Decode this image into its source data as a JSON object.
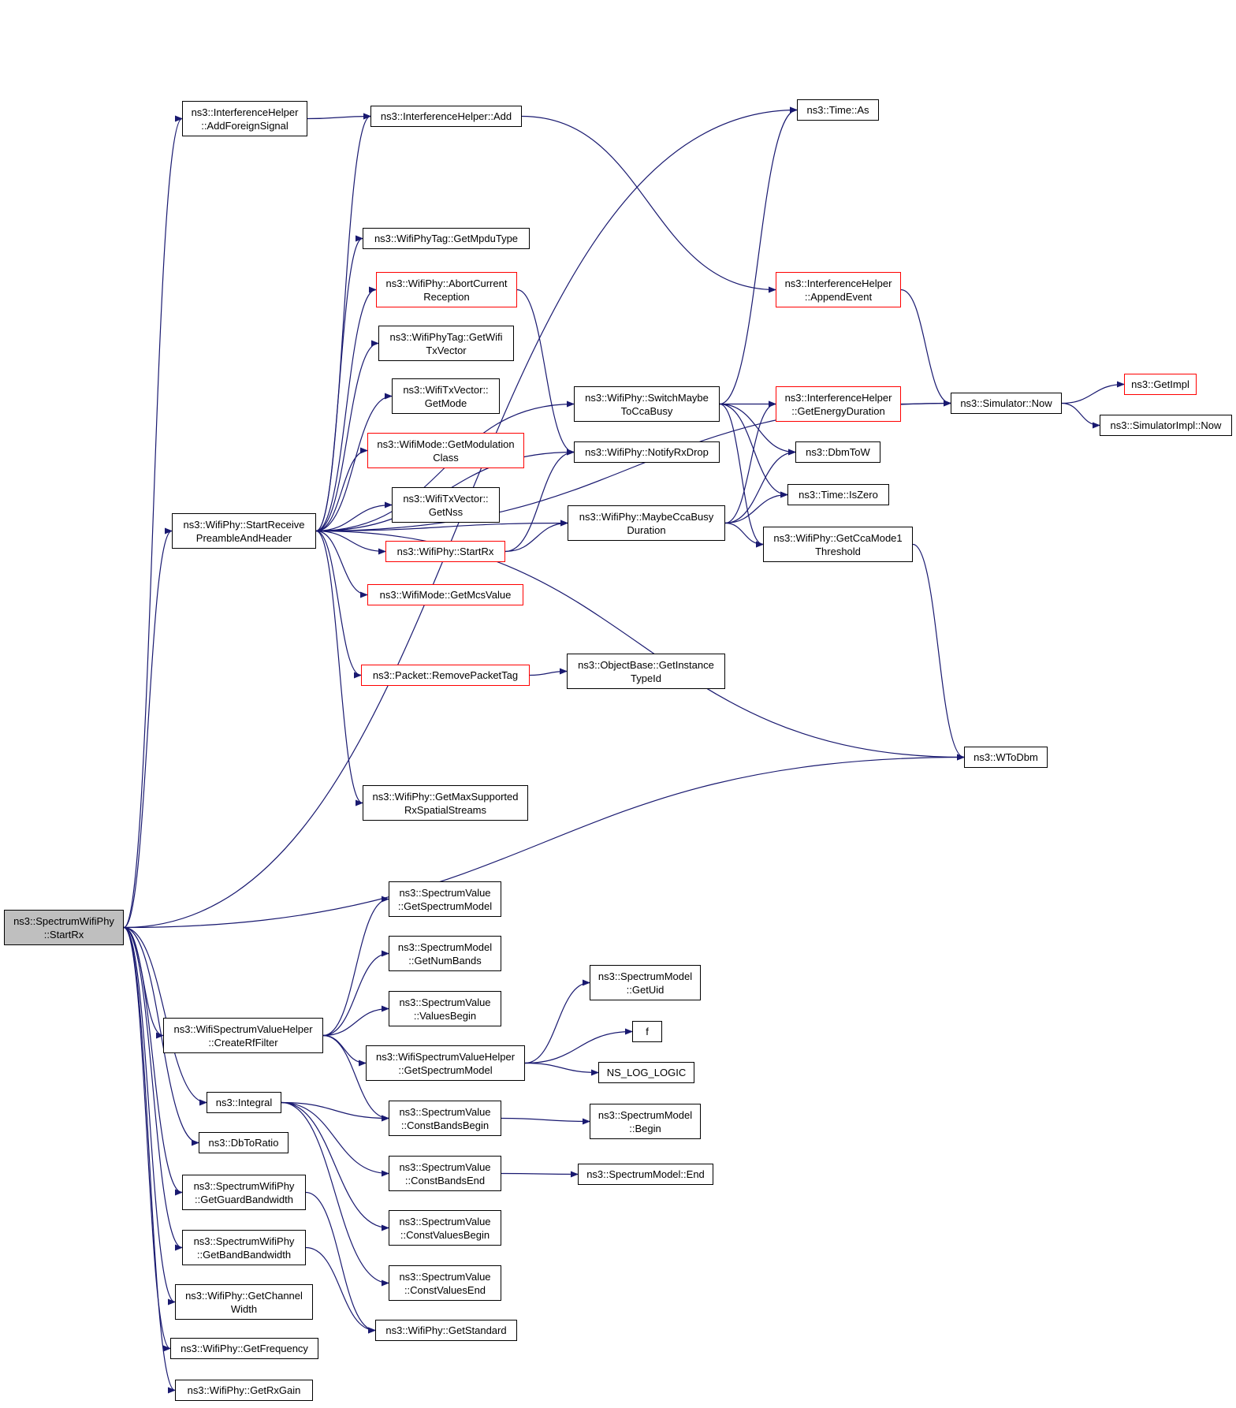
{
  "diagram": {
    "edge_color": "#191970",
    "highlight_fill": "#bfbfbf",
    "incomplete_border_color": "#ff0000",
    "nodes": [
      {
        "id": "root",
        "lines": [
          "ns3::SpectrumWifiPhy",
          "::StartRx"
        ],
        "style": "root"
      },
      {
        "id": "addforeign",
        "lines": [
          "ns3::InterferenceHelper",
          "::AddForeignSignal"
        ],
        "style": "normal"
      },
      {
        "id": "ihadd",
        "lines": [
          "ns3::InterferenceHelper::Add"
        ],
        "style": "normal"
      },
      {
        "id": "timeas",
        "lines": [
          "ns3::Time::As"
        ],
        "style": "normal"
      },
      {
        "id": "getmpdu",
        "lines": [
          "ns3::WifiPhyTag::GetMpduType"
        ],
        "style": "normal"
      },
      {
        "id": "appendevent",
        "lines": [
          "ns3::InterferenceHelper",
          "::AppendEvent"
        ],
        "style": "red"
      },
      {
        "id": "abortcurrent",
        "lines": [
          "ns3::WifiPhy::AbortCurrent",
          "Reception"
        ],
        "style": "red"
      },
      {
        "id": "gettxvector",
        "lines": [
          "ns3::WifiPhyTag::GetWifi",
          "TxVector"
        ],
        "style": "normal"
      },
      {
        "id": "txgetmode",
        "lines": [
          "ns3::WifiTxVector::",
          "GetMode"
        ],
        "style": "normal"
      },
      {
        "id": "switchmaybe",
        "lines": [
          "ns3::WifiPhy::SwitchMaybe",
          "ToCcaBusy"
        ],
        "style": "normal"
      },
      {
        "id": "getenergy",
        "lines": [
          "ns3::InterferenceHelper",
          "::GetEnergyDuration"
        ],
        "style": "red"
      },
      {
        "id": "simnow",
        "lines": [
          "ns3::Simulator::Now"
        ],
        "style": "normal"
      },
      {
        "id": "getimpl",
        "lines": [
          "ns3::GetImpl"
        ],
        "style": "red"
      },
      {
        "id": "simimplnow",
        "lines": [
          "ns3::SimulatorImpl::Now"
        ],
        "style": "normal"
      },
      {
        "id": "getmodclass",
        "lines": [
          "ns3::WifiMode::GetModulation",
          "Class"
        ],
        "style": "red"
      },
      {
        "id": "notifyrxdrop",
        "lines": [
          "ns3::WifiPhy::NotifyRxDrop"
        ],
        "style": "normal"
      },
      {
        "id": "dbmtow",
        "lines": [
          "ns3::DbmToW"
        ],
        "style": "normal"
      },
      {
        "id": "getnss",
        "lines": [
          "ns3::WifiTxVector::",
          "GetNss"
        ],
        "style": "normal"
      },
      {
        "id": "timeiszero",
        "lines": [
          "ns3::Time::IsZero"
        ],
        "style": "normal"
      },
      {
        "id": "startreceive",
        "lines": [
          "ns3::WifiPhy::StartReceive",
          "PreambleAndHeader"
        ],
        "style": "normal"
      },
      {
        "id": "maybecca",
        "lines": [
          "ns3::WifiPhy::MaybeCcaBusy",
          "Duration"
        ],
        "style": "normal"
      },
      {
        "id": "wifistartrx",
        "lines": [
          "ns3::WifiPhy::StartRx"
        ],
        "style": "red"
      },
      {
        "id": "ccamode1",
        "lines": [
          "ns3::WifiPhy::GetCcaMode1",
          "Threshold"
        ],
        "style": "normal"
      },
      {
        "id": "getmcsvalue",
        "lines": [
          "ns3::WifiMode::GetMcsValue"
        ],
        "style": "red"
      },
      {
        "id": "removetag",
        "lines": [
          "ns3::Packet::RemovePacketTag"
        ],
        "style": "red"
      },
      {
        "id": "getinstance",
        "lines": [
          "ns3::ObjectBase::GetInstance",
          "TypeId"
        ],
        "style": "normal"
      },
      {
        "id": "wtodbm",
        "lines": [
          "ns3::WToDbm"
        ],
        "style": "normal"
      },
      {
        "id": "getmaxspatial",
        "lines": [
          "ns3::WifiPhy::GetMaxSupported",
          "RxSpatialStreams"
        ],
        "style": "normal"
      },
      {
        "id": "svgetmodel",
        "lines": [
          "ns3::SpectrumValue",
          "::GetSpectrumModel"
        ],
        "style": "normal"
      },
      {
        "id": "smnumbands",
        "lines": [
          "ns3::SpectrumModel",
          "::GetNumBands"
        ],
        "style": "normal"
      },
      {
        "id": "smgetuid",
        "lines": [
          "ns3::SpectrumModel",
          "::GetUid"
        ],
        "style": "normal"
      },
      {
        "id": "valuesbegin",
        "lines": [
          "ns3::SpectrumValue",
          "::ValuesBegin"
        ],
        "style": "normal"
      },
      {
        "id": "createrf",
        "lines": [
          "ns3::WifiSpectrumValueHelper",
          "::CreateRfFilter"
        ],
        "style": "normal"
      },
      {
        "id": "ffunc",
        "lines": [
          "f"
        ],
        "style": "normal"
      },
      {
        "id": "wsvhgetmodel",
        "lines": [
          "ns3::WifiSpectrumValueHelper",
          "::GetSpectrumModel"
        ],
        "style": "normal"
      },
      {
        "id": "nslog",
        "lines": [
          "NS_LOG_LOGIC"
        ],
        "style": "normal"
      },
      {
        "id": "integral",
        "lines": [
          "ns3::Integral"
        ],
        "style": "normal"
      },
      {
        "id": "constbandsbegin",
        "lines": [
          "ns3::SpectrumValue",
          "::ConstBandsBegin"
        ],
        "style": "normal"
      },
      {
        "id": "smbegin",
        "lines": [
          "ns3::SpectrumModel",
          "::Begin"
        ],
        "style": "normal"
      },
      {
        "id": "dbtoratio",
        "lines": [
          "ns3::DbToRatio"
        ],
        "style": "normal"
      },
      {
        "id": "constbandsend",
        "lines": [
          "ns3::SpectrumValue",
          "::ConstBandsEnd"
        ],
        "style": "normal"
      },
      {
        "id": "smend",
        "lines": [
          "ns3::SpectrumModel::End"
        ],
        "style": "normal"
      },
      {
        "id": "guardbw",
        "lines": [
          "ns3::SpectrumWifiPhy",
          "::GetGuardBandwidth"
        ],
        "style": "normal"
      },
      {
        "id": "constvaluesbegin",
        "lines": [
          "ns3::SpectrumValue",
          "::ConstValuesBegin"
        ],
        "style": "normal"
      },
      {
        "id": "bandbw",
        "lines": [
          "ns3::SpectrumWifiPhy",
          "::GetBandBandwidth"
        ],
        "style": "normal"
      },
      {
        "id": "constvaluesend",
        "lines": [
          "ns3::SpectrumValue",
          "::ConstValuesEnd"
        ],
        "style": "normal"
      },
      {
        "id": "channelwidth",
        "lines": [
          "ns3::WifiPhy::GetChannel",
          "Width"
        ],
        "style": "normal"
      },
      {
        "id": "getstandard",
        "lines": [
          "ns3::WifiPhy::GetStandard"
        ],
        "style": "normal"
      },
      {
        "id": "getfrequency",
        "lines": [
          "ns3::WifiPhy::GetFrequency"
        ],
        "style": "normal"
      },
      {
        "id": "getrxgain",
        "lines": [
          "ns3::WifiPhy::GetRxGain"
        ],
        "style": "normal"
      }
    ],
    "edges": [
      [
        "root",
        "addforeign"
      ],
      [
        "root",
        "timeas"
      ],
      [
        "root",
        "startreceive"
      ],
      [
        "root",
        "wtodbm"
      ],
      [
        "root",
        "createrf"
      ],
      [
        "root",
        "integral"
      ],
      [
        "root",
        "dbtoratio"
      ],
      [
        "root",
        "guardbw"
      ],
      [
        "root",
        "bandbw"
      ],
      [
        "root",
        "channelwidth"
      ],
      [
        "root",
        "getfrequency"
      ],
      [
        "root",
        "getrxgain"
      ],
      [
        "addforeign",
        "ihadd"
      ],
      [
        "ihadd",
        "appendevent"
      ],
      [
        "appendevent",
        "simnow"
      ],
      [
        "startreceive",
        "ihadd"
      ],
      [
        "startreceive",
        "switchmaybe"
      ],
      [
        "startreceive",
        "notifyrxdrop"
      ],
      [
        "startreceive",
        "getmpdu"
      ],
      [
        "startreceive",
        "abortcurrent"
      ],
      [
        "startreceive",
        "gettxvector"
      ],
      [
        "startreceive",
        "txgetmode"
      ],
      [
        "startreceive",
        "getmodclass"
      ],
      [
        "startreceive",
        "getnss"
      ],
      [
        "startreceive",
        "wifistartrx"
      ],
      [
        "startreceive",
        "getmcsvalue"
      ],
      [
        "startreceive",
        "maybecca"
      ],
      [
        "startreceive",
        "removetag"
      ],
      [
        "startreceive",
        "simnow"
      ],
      [
        "startreceive",
        "wtodbm"
      ],
      [
        "startreceive",
        "getmaxspatial"
      ],
      [
        "abortcurrent",
        "notifyrxdrop"
      ],
      [
        "wifistartrx",
        "notifyrxdrop"
      ],
      [
        "wifistartrx",
        "maybecca"
      ],
      [
        "switchmaybe",
        "timeas"
      ],
      [
        "switchmaybe",
        "getenergy"
      ],
      [
        "switchmaybe",
        "dbmtow"
      ],
      [
        "switchmaybe",
        "timeiszero"
      ],
      [
        "switchmaybe",
        "ccamode1"
      ],
      [
        "getenergy",
        "simnow"
      ],
      [
        "simnow",
        "getimpl"
      ],
      [
        "simnow",
        "simimplnow"
      ],
      [
        "maybecca",
        "getenergy"
      ],
      [
        "maybecca",
        "dbmtow"
      ],
      [
        "maybecca",
        "timeiszero"
      ],
      [
        "maybecca",
        "ccamode1"
      ],
      [
        "ccamode1",
        "wtodbm"
      ],
      [
        "removetag",
        "getinstance"
      ],
      [
        "createrf",
        "svgetmodel"
      ],
      [
        "createrf",
        "smnumbands"
      ],
      [
        "createrf",
        "valuesbegin"
      ],
      [
        "createrf",
        "wsvhgetmodel"
      ],
      [
        "createrf",
        "constbandsbegin"
      ],
      [
        "wsvhgetmodel",
        "smgetuid"
      ],
      [
        "wsvhgetmodel",
        "ffunc"
      ],
      [
        "wsvhgetmodel",
        "nslog"
      ],
      [
        "integral",
        "constbandsbegin"
      ],
      [
        "integral",
        "constbandsend"
      ],
      [
        "integral",
        "constvaluesbegin"
      ],
      [
        "integral",
        "constvaluesend"
      ],
      [
        "constbandsbegin",
        "smbegin"
      ],
      [
        "constbandsend",
        "smend"
      ],
      [
        "guardbw",
        "getstandard"
      ],
      [
        "bandbw",
        "getstandard"
      ]
    ]
  }
}
